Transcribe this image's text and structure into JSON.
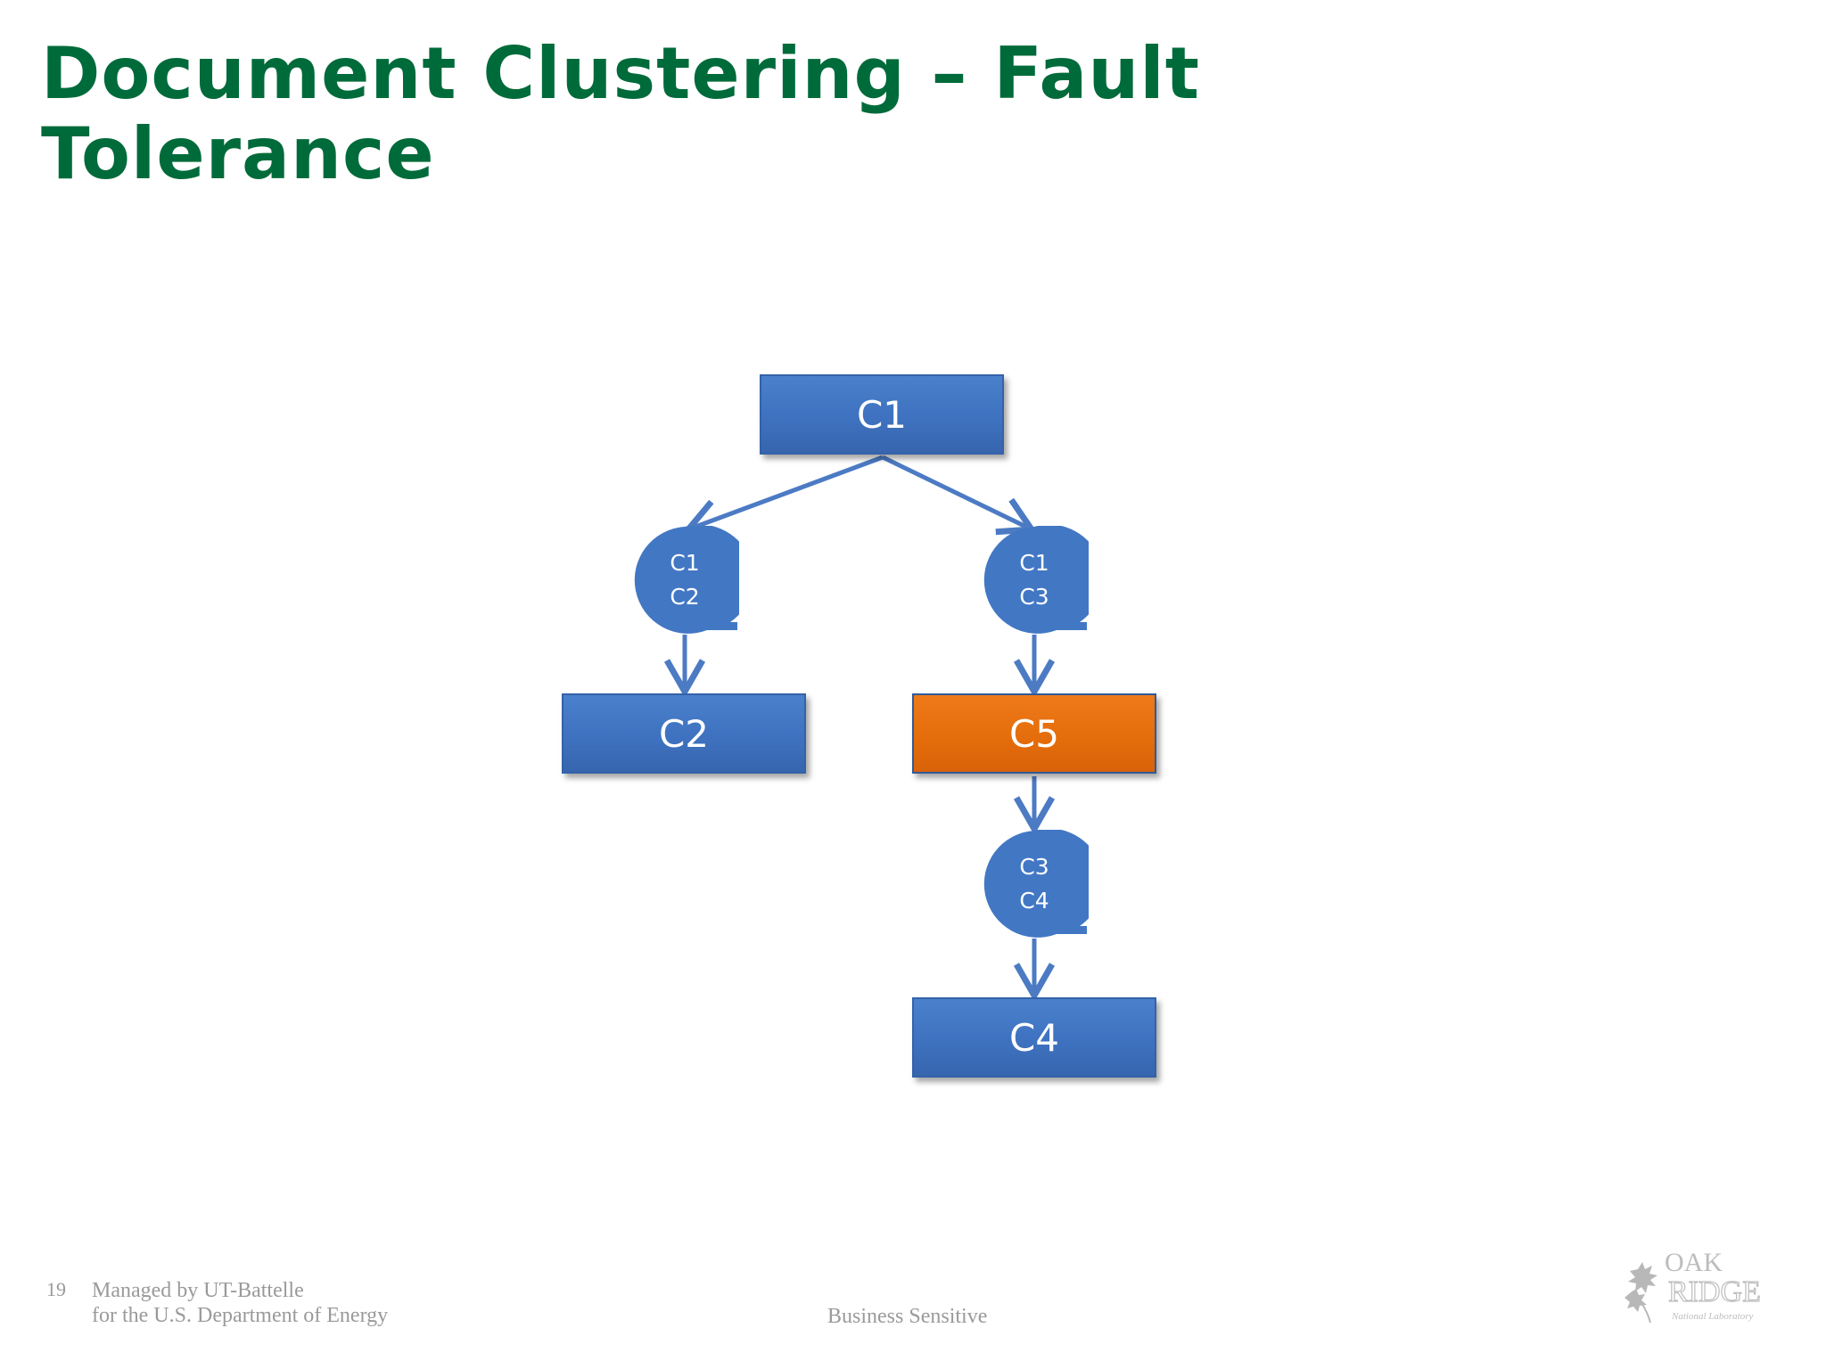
{
  "slide": {
    "title_line1": "Document Clustering – Fault",
    "title_line2": "Tolerance"
  },
  "diagram": {
    "nodes": {
      "c1": "C1",
      "c2": "C2",
      "c5": "C5",
      "c4": "C4"
    },
    "transfers": {
      "left": [
        "C1",
        "C2"
      ],
      "right": [
        "C1",
        "C3"
      ],
      "bottom": [
        "C3",
        "C4"
      ]
    },
    "colors": {
      "node_blue": "#3E72C0",
      "node_orange": "#E46C0A",
      "arrow": "#4C7BC4"
    }
  },
  "footer": {
    "page_number": "19",
    "managed_line1": "Managed by UT-Battelle",
    "managed_line2": "for the U.S. Department of Energy",
    "center_text": "Business Sensitive"
  },
  "logo": {
    "line1": "OAK",
    "line2": "RIDGE",
    "line3": "National Laboratory"
  },
  "theme": {
    "title_color": "#006B3A"
  }
}
